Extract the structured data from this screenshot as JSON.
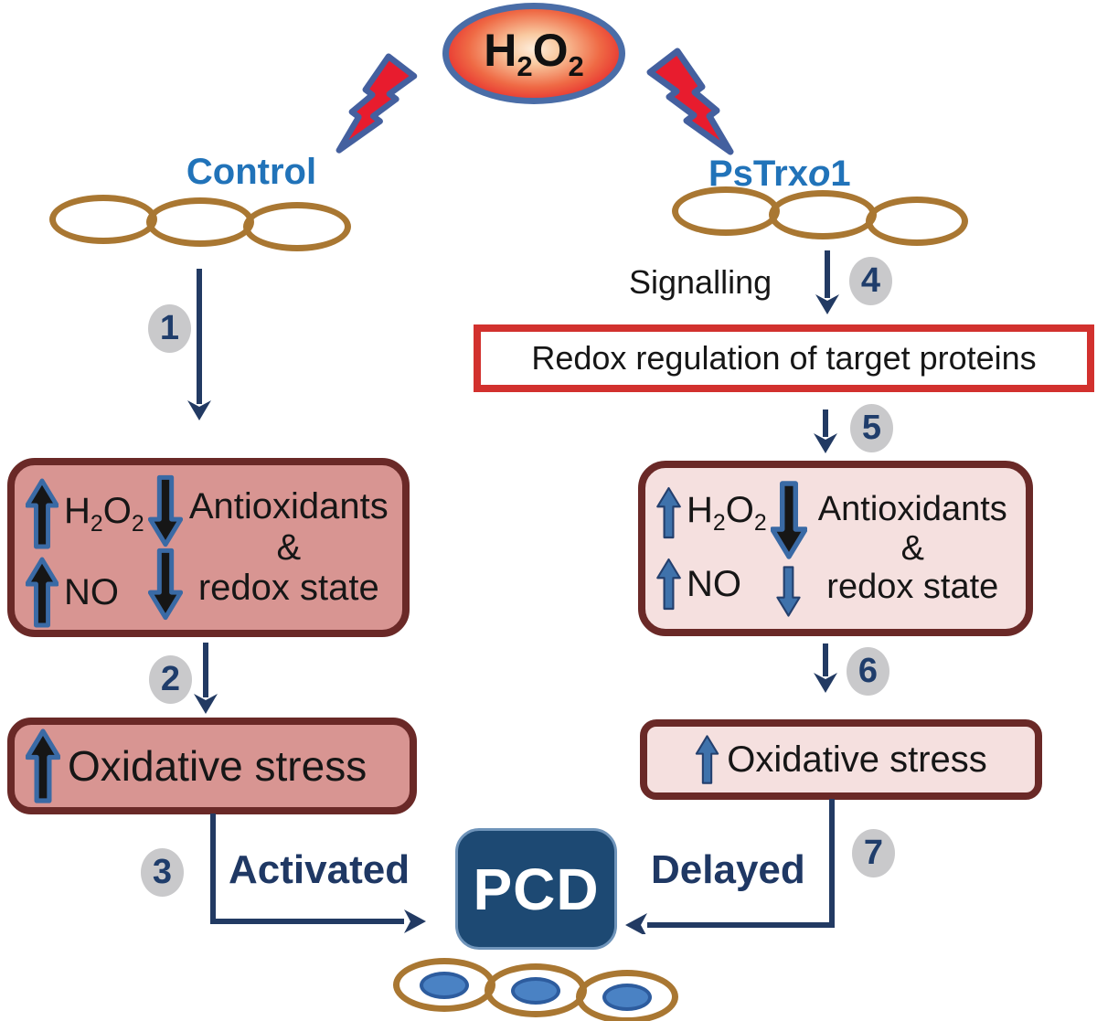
{
  "palette": {
    "navy_arrow": "#223a63",
    "navy_text": "#1f3864",
    "branch_label_blue": "#2173b9",
    "steel_blue_arrow": "#3a6aa5",
    "maroon_box_border": "#6a2927",
    "pink_dark_fill": "#d89592",
    "pink_light_fill": "#f5e0df",
    "red_box_border": "#d2312e",
    "bolt_red": "#e81c2e",
    "bolt_outline": "#44609f",
    "cell_brown": "#a97732",
    "nucleus_blue": "#4a82c4",
    "step_circle_gray": "#c9c9cb",
    "pcd_fill": "#1d4973",
    "ellipse_border_blue": "#4a6da7"
  },
  "formula": {
    "h": "H",
    "s1": "2",
    "o": "O",
    "s2": "2"
  },
  "labels": {
    "control": "Control",
    "pstrx_p1": "PsTrx",
    "pstrx_i": "o",
    "pstrx_p2": "1",
    "signalling": "Signalling",
    "redox_box": "Redox regulation of target proteins",
    "antioxidants": "Antioxidants",
    "amp": "&",
    "no": "NO",
    "redox_state": "redox state",
    "oxidative_stress": "Oxidative stress",
    "activated": "Activated",
    "delayed": "Delayed",
    "pcd": "PCD"
  },
  "steps": {
    "1": "1",
    "2": "2",
    "3": "3",
    "4": "4",
    "5": "5",
    "6": "6",
    "7": "7"
  }
}
